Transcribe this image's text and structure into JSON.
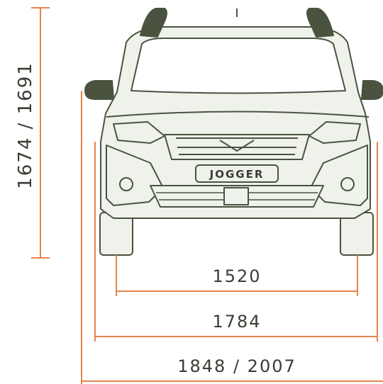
{
  "diagram": {
    "vehicle_badge": "JOGGER",
    "dimensions": {
      "height": "1674 / 1691",
      "track": "1520",
      "width_body": "1784",
      "width_mirrors": "1848 / 2007"
    },
    "colors": {
      "dimension_line": "#e8834a",
      "car_outline": "#4a5240",
      "car_fill": "#eff2ea",
      "text": "#3a3d33"
    }
  }
}
